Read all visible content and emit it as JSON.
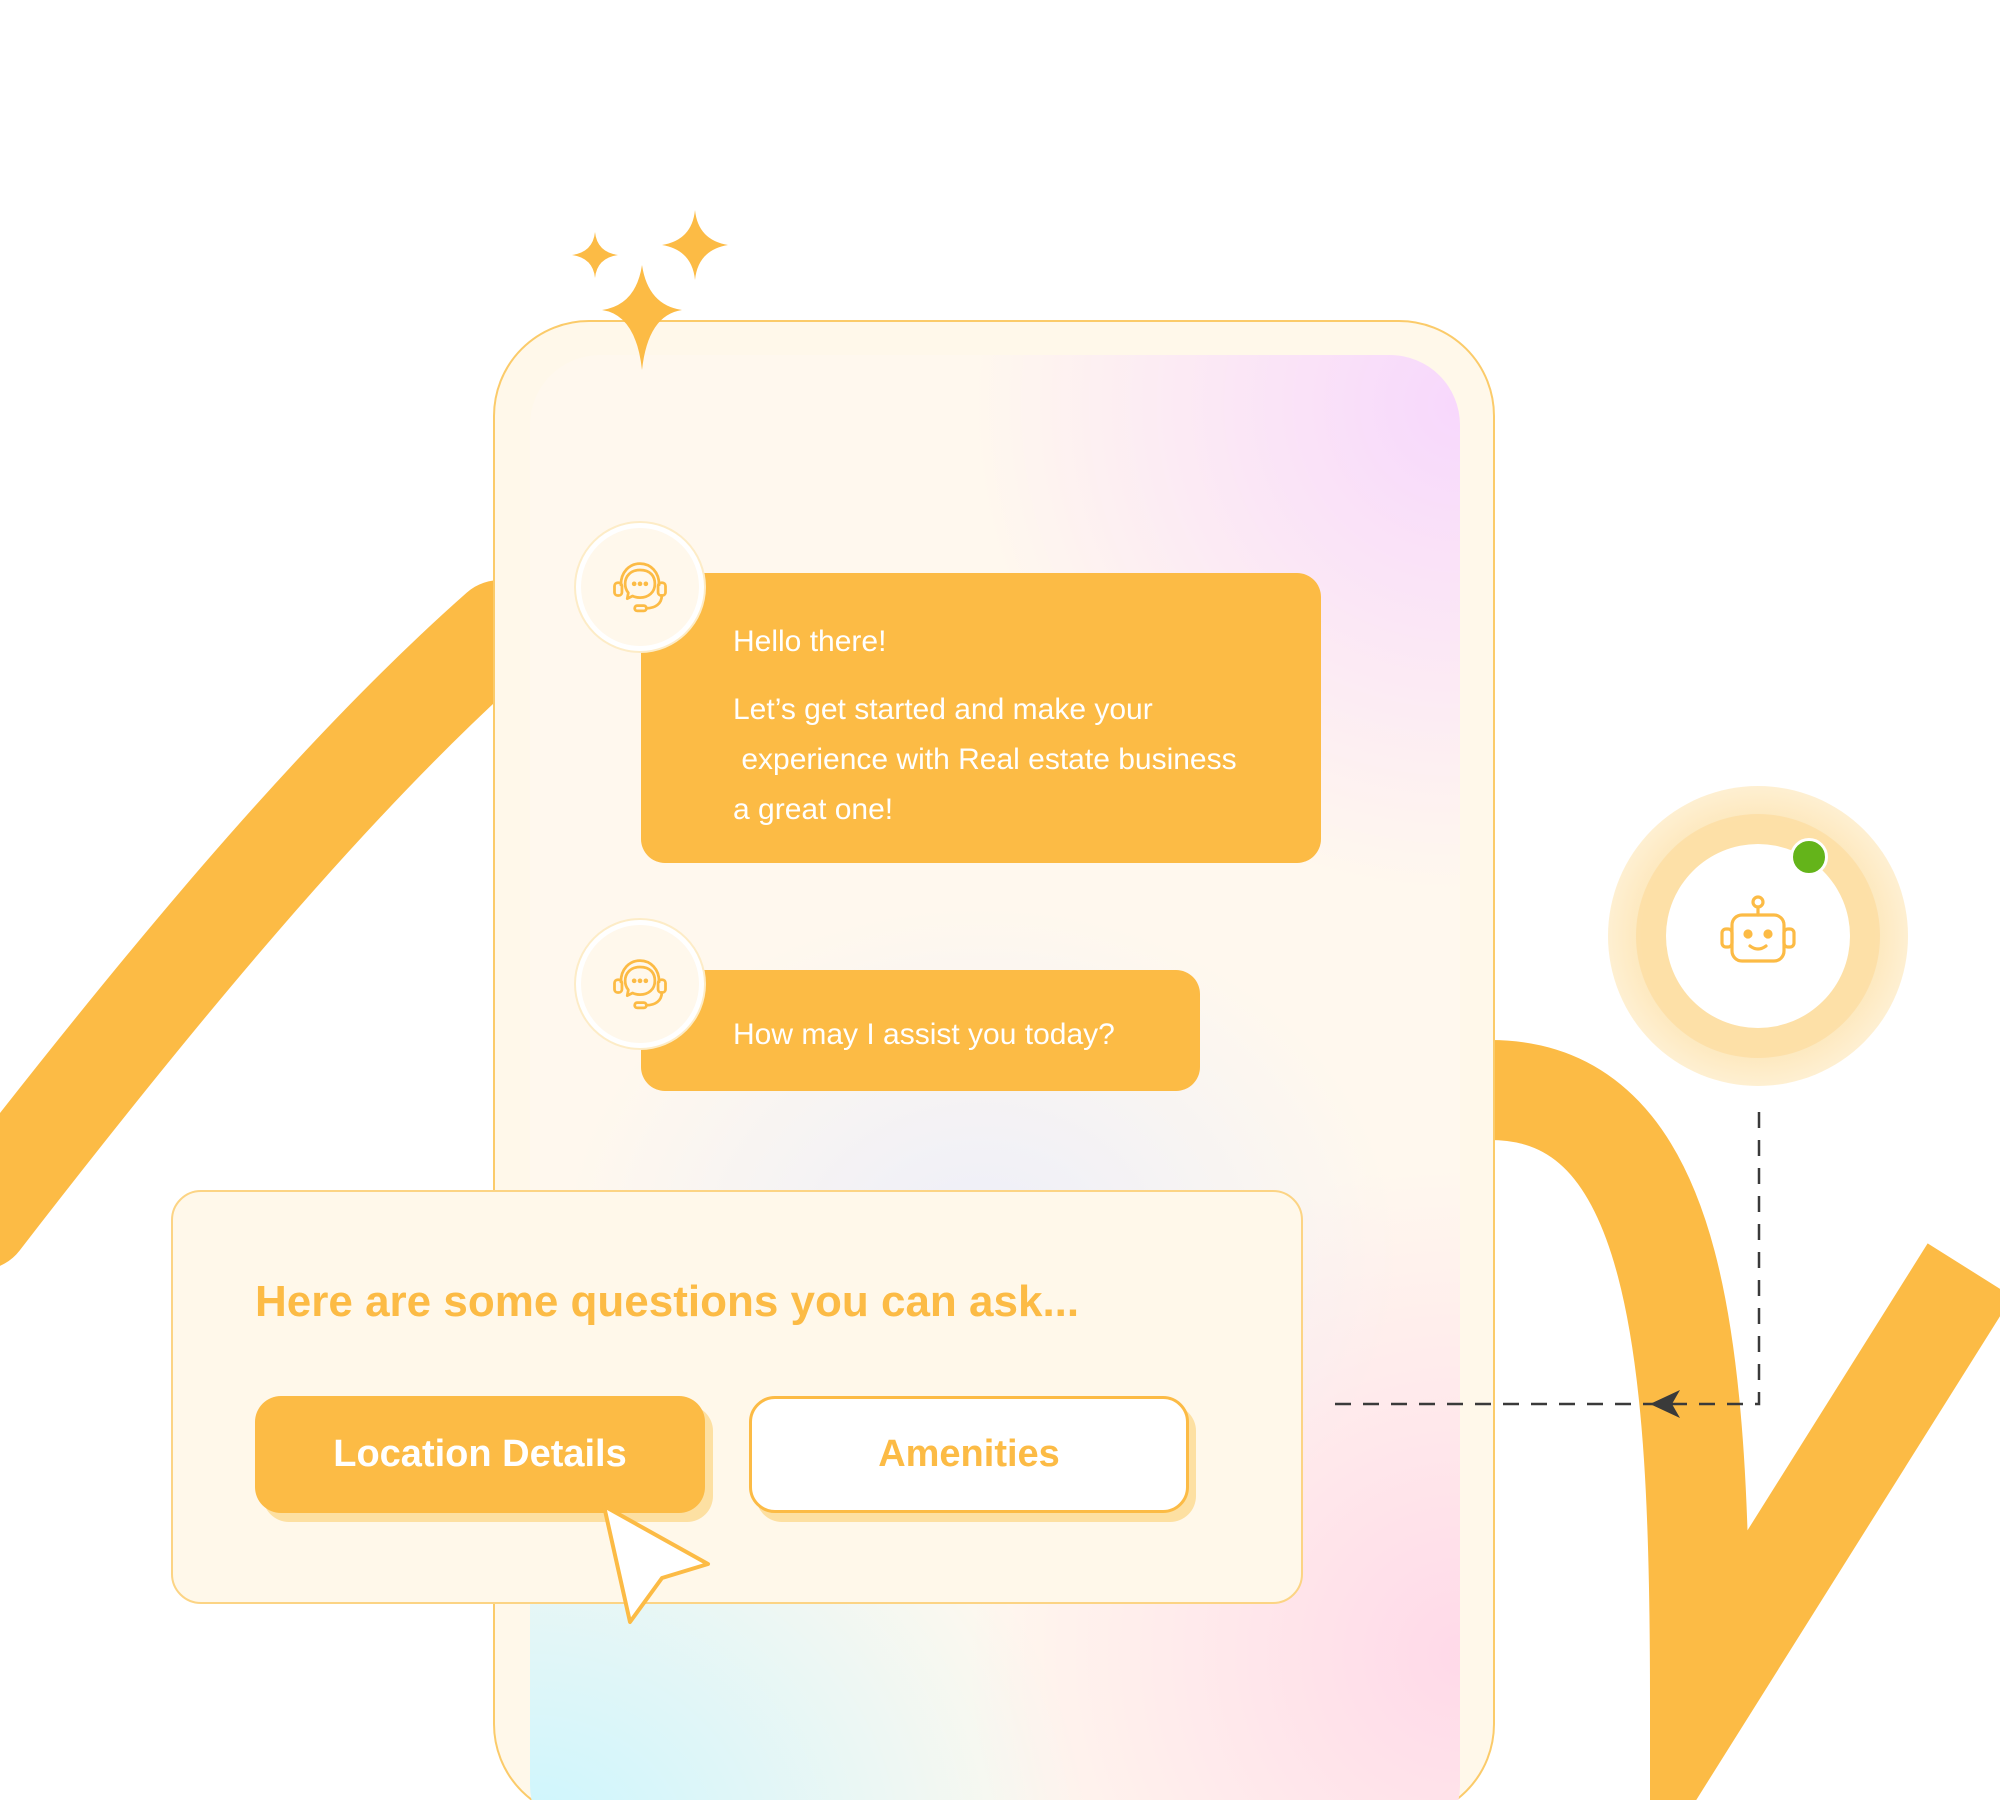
{
  "chat": {
    "message1": {
      "greeting": "Hello there!",
      "line1": "Let’s get started and make your",
      "line2": " experience with Real estate business",
      "line3": "a great one!"
    },
    "message2": "How may I assist you today?"
  },
  "questions": {
    "title": "Here are some questions you can ask...",
    "buttons": {
      "location": "Location Details",
      "amenities": "Amenities"
    }
  },
  "icons": {
    "agent_avatar": "headset-chat-icon",
    "bot": "robot-icon",
    "cursor": "pointer-cursor-icon",
    "sparkles": "sparkle-stars-icon"
  },
  "status": {
    "bot_online": true
  },
  "colors": {
    "accent": "#fcbb45",
    "accent_light": "#fde0a2",
    "online": "#64b41a",
    "panel": "#fff8ea"
  }
}
